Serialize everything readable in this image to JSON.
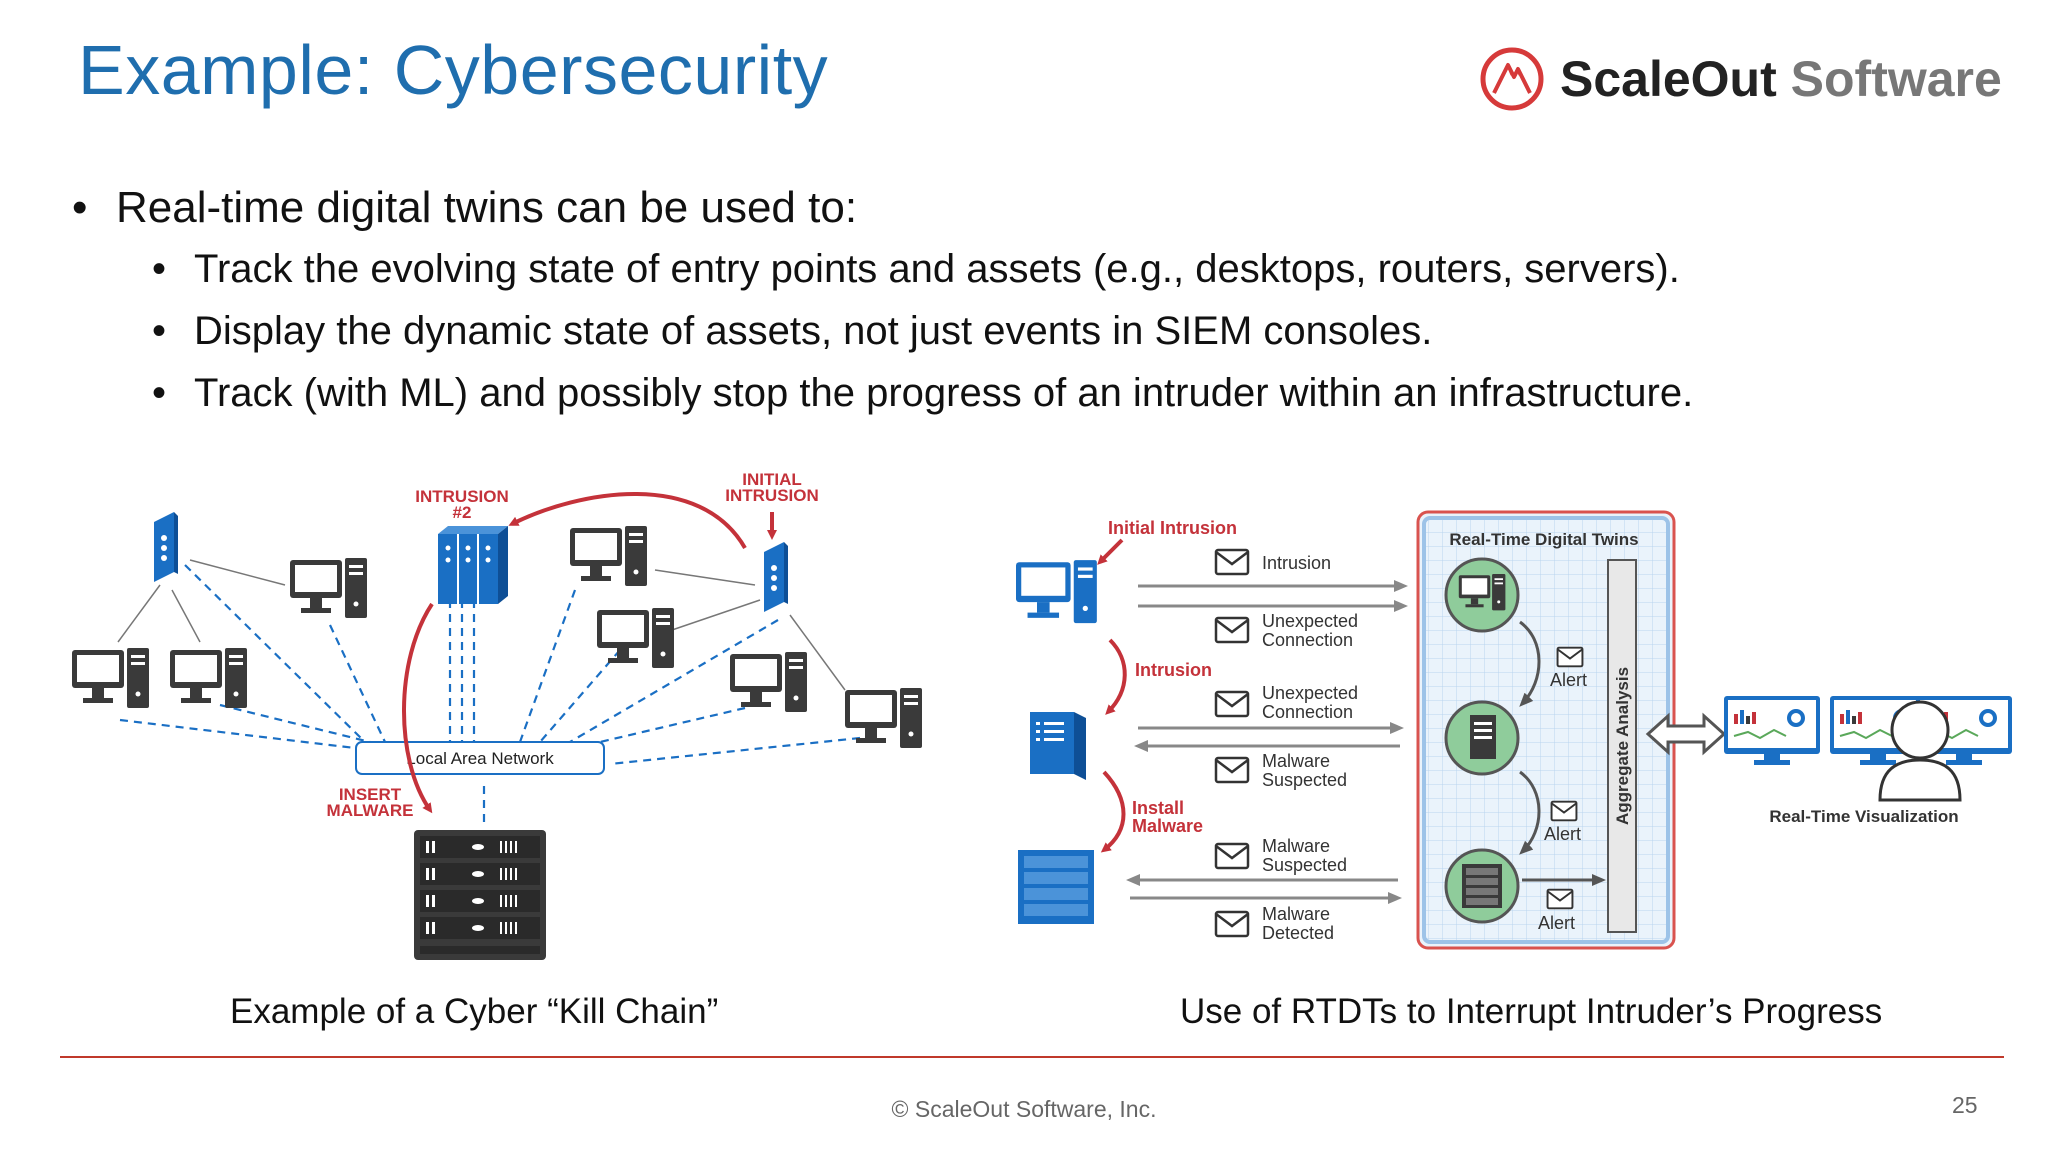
{
  "slide": {
    "title": "Example: Cybersecurity",
    "logo": {
      "name_part1": "ScaleOut",
      "name_part2": "Software",
      "brand_red": "#d63a3a"
    },
    "bullet_main": "Real-time digital twins can be used to:",
    "sub_bullets": [
      "Track the evolving state of entry points and assets (e.g., desktops, routers, servers).",
      "Display the dynamic state of assets, not just events in SIEM consoles.",
      "Track (with ML) and possibly stop the progress of an intruder within an infrastructure."
    ],
    "footer": "© ScaleOut Software, Inc.",
    "page_number": "25"
  },
  "kill_chain": {
    "caption": "Example of a Cyber “Kill Chain”",
    "lan_label": "Local Area Network",
    "intrusion2": [
      "INTRUSION",
      "#2"
    ],
    "initial_intrusion": [
      "INITIAL",
      "INTRUSION"
    ],
    "insert_malware": [
      "INSERT",
      "MALWARE"
    ]
  },
  "rtdt": {
    "caption": "Use of RTDTs to Interrupt Intruder’s Progress",
    "initial_intrusion": "Initial Intrusion",
    "intrusion": "Intrusion",
    "install_malware": [
      "Install",
      "Malware"
    ],
    "messages": [
      [
        "Intrusion"
      ],
      [
        "Unexpected",
        "Connection"
      ],
      [
        "Unexpected",
        "Connection"
      ],
      [
        "Malware",
        "Suspected"
      ],
      [
        "Malware",
        "Suspected"
      ],
      [
        "Malware",
        "Detected"
      ]
    ],
    "box_title": "Real-Time Digital Twins",
    "alerts": [
      "Alert",
      "Alert",
      "Alert"
    ],
    "aggregate": "Aggregate Analysis",
    "viz_label": "Real-Time Visualization"
  },
  "colors": {
    "title_blue": "#1f6eae",
    "icon_blue": "#1a6fc4",
    "kill_red": "#c4323a",
    "dark_gray": "#3a3a3a",
    "twin_green": "#8fcc9b",
    "rule_red": "#c0392b"
  }
}
